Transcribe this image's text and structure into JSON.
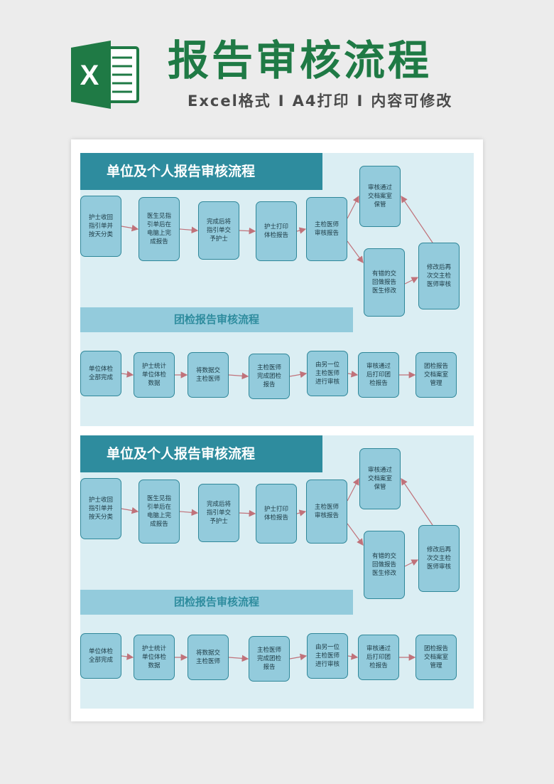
{
  "header": {
    "main_title": "报告审核流程",
    "sub_parts": [
      "Excel格式",
      "A4打印",
      "内容可修改"
    ],
    "sep": "I"
  },
  "colors": {
    "brand_green": "#1f7a45",
    "panel_bg": "#dbeef3",
    "header_dark": "#2e8c9e",
    "header_light": "#93cbdc",
    "box_fill": "#93cbdc",
    "arrow": "#c0727a"
  },
  "sections": [
    {
      "title1": "单位及个人报告审核流程",
      "flow1": [
        "护士收回\n指引单并\n按天分类",
        "医生见指\n引单后在\n电脑上完\n成报告",
        "完成后将\n指引单交\n予护士",
        "护士打印\n体检报告",
        "主检医师\n审核报告",
        "审核通过\n交档案室\n保管",
        "有错的交\n回做报告\n医生修改",
        "修改后再\n次交主检\n医师审核"
      ],
      "title2": "团检报告审核流程",
      "flow2": [
        "单位体检\n全部完成",
        "护士统计\n单位体检\n数据",
        "将数据交\n主检医师",
        "主检医师\n完成团检\n报告",
        "由另一位\n主检医师\n进行审核",
        "审核通过\n后打印团\n检报告",
        "团检报告\n交档案室\n管理"
      ]
    },
    {
      "title1": "单位及个人报告审核流程",
      "flow1": [
        "护士收回\n指引单并\n按天分类",
        "医生见指\n引单后在\n电脑上完\n成报告",
        "完成后将\n指引单交\n予护士",
        "护士打印\n体检报告",
        "主检医师\n审核报告",
        "审核通过\n交档案室\n保管",
        "有错的交\n回做报告\n医生修改",
        "修改后再\n次交主检\n医师审核"
      ],
      "title2": "团检报告审核流程",
      "flow2": [
        "单位体检\n全部完成",
        "护士统计\n单位体检\n数据",
        "将数据交\n主检医师",
        "主检医师\n完成团检\n报告",
        "由另一位\n主检医师\n进行审核",
        "审核通过\n后打印团\n检报告",
        "团检报告\n交档案室\n管理"
      ]
    }
  ]
}
